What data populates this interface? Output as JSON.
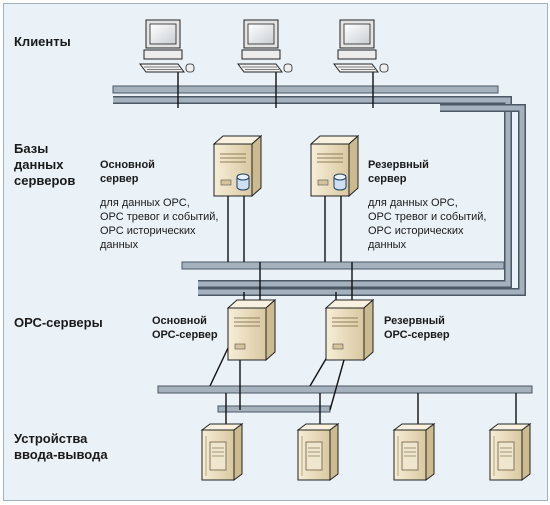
{
  "tiers": {
    "clients": "Клиенты",
    "db_servers": "Базы\nданных\nсерверов",
    "opc_servers": "ОРС-серверы",
    "io_devices": "Устройства\nввода-вывода"
  },
  "db": {
    "primary_title": "Основной\nсервер",
    "primary_desc": "для  данных ОРС,\nОРС тревог и событий,\nОРС исторических\nданных",
    "backup_title": "Резервный\nсервер",
    "backup_desc": "для данных ОРС,\nОРС тревог и событий,\nОРС исторических\nданных"
  },
  "opc": {
    "primary_title": "Основной\nОРС-сервер",
    "backup_title": "Резервный\nОРС-сервер"
  },
  "colors": {
    "background": "#eaf1f7",
    "bus": "#9aa7b3",
    "server_body": "#efe3c6",
    "wire": "#111111"
  }
}
